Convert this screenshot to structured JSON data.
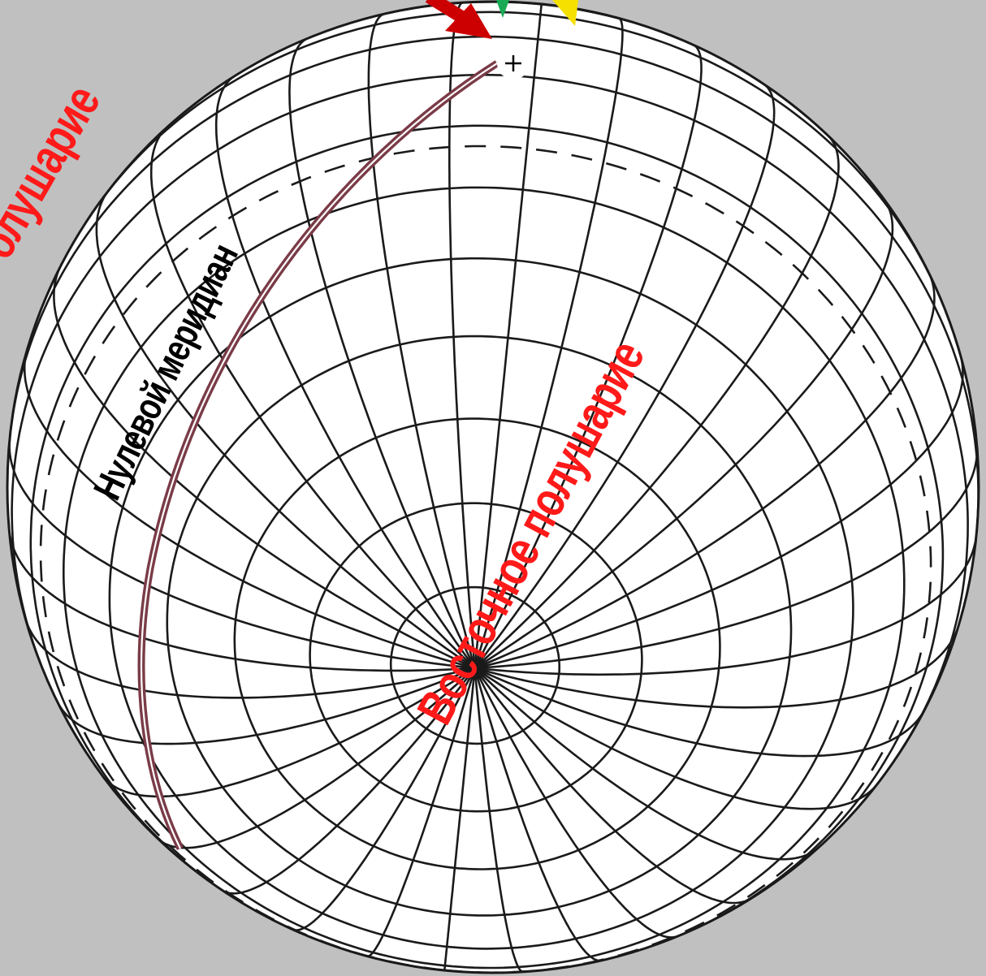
{
  "labels": {
    "west_hemisphere": "олушарие",
    "prime_meridian": "Нулевой меридиан",
    "east_hemisphere": "Восточное полушарие"
  },
  "colors": {
    "background": "#c0c0c0",
    "globe_fill": "#ffffff",
    "grid_line": "#1a1a1a",
    "prime_meridian": "#7a3b47",
    "hemisphere_label": "#ff1a1a",
    "meridian_label": "#000000",
    "arrow_red": "#cc0000",
    "arrow_green": "#1aaa55",
    "arrow_yellow": "#f5e000"
  },
  "icons": [
    "north-pole-cross-icon",
    "red-arrow-icon",
    "green-arrow-icon",
    "yellow-arrow-icon"
  ]
}
